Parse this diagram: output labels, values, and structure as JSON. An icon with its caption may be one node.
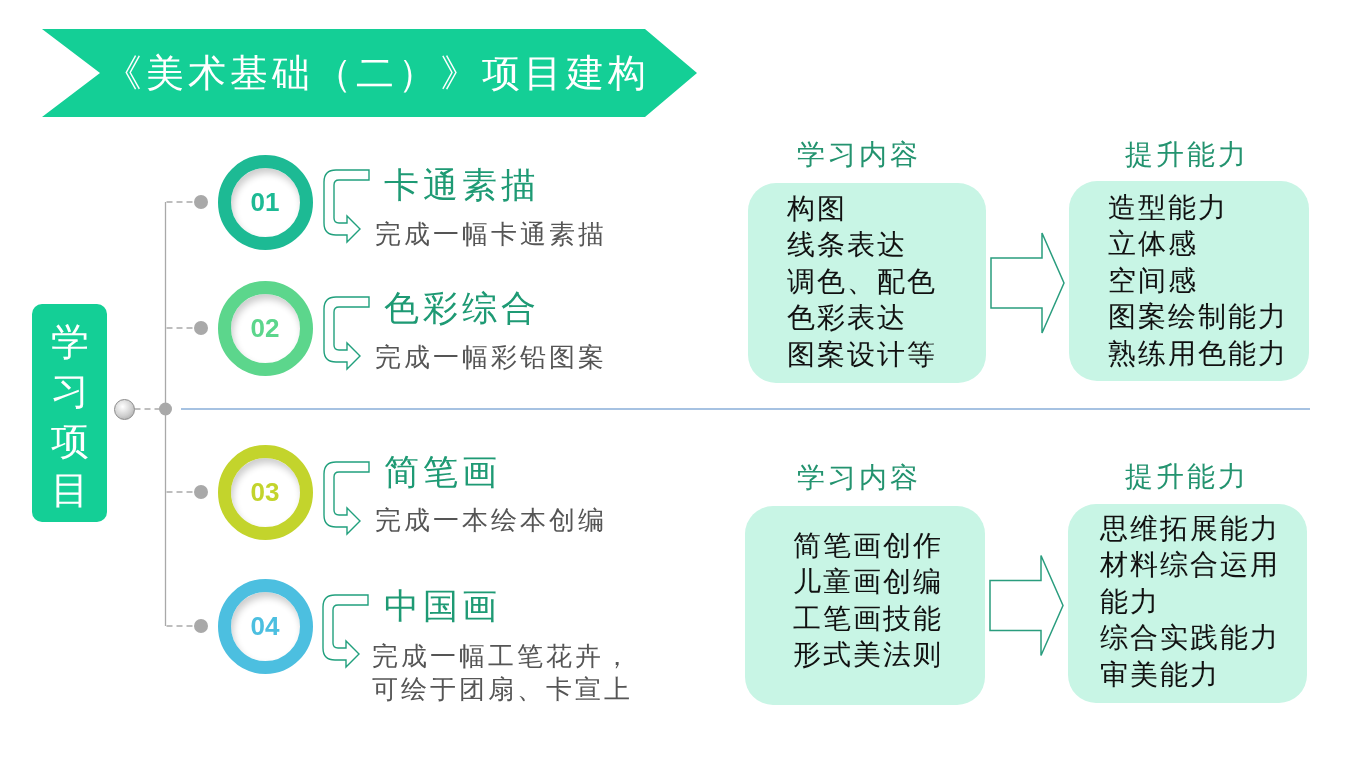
{
  "diagram": {
    "title": "《美术基础（二）》项目建构",
    "nodes": [
      {
        "text": [
          "学习项目"
        ]
      },
      {
        "text": [],
        "shape": "circle"
      },
      {
        "text": [
          "01"
        ],
        "beside": [
          "卡通素描",
          "完成一幅卡通素描"
        ]
      },
      {
        "text": [
          "02"
        ],
        "beside": [
          "色彩综合",
          "完成一幅彩铅图案"
        ]
      },
      {
        "text": [
          "03"
        ],
        "beside": [
          "简笔画",
          "完成一本绘本创编"
        ]
      },
      {
        "text": [
          "04"
        ],
        "beside": [
          "中国画",
          "完成一幅工笔花卉，可绘于团扇、卡宣上"
        ]
      },
      {
        "text": [
          "学习内容",
          "构图",
          "线条表达",
          "调色、配色",
          "色彩表达",
          "图案设计等"
        ]
      },
      {
        "text": [
          "提升能力",
          "造型能力",
          "立体感",
          "空间感",
          "图案绘制能力",
          "熟练用色能力"
        ]
      },
      {
        "text": [
          "学习内容",
          "简笔画创作",
          "儿童画创编",
          "工笔画技能",
          "形式美法则"
        ]
      },
      {
        "text": [
          "提升能力",
          "思维拓展能力",
          "材料综合运用能力",
          "综合实践能力",
          "审美能力"
        ]
      }
    ],
    "edges": [
      {
        "from": 1,
        "to": 2,
        "arrow": "other"
      },
      {
        "from": 1,
        "to": 3,
        "arrow": "other"
      },
      {
        "from": 1,
        "to": 4,
        "arrow": "other"
      },
      {
        "from": 1,
        "to": 5,
        "arrow": "other"
      },
      {
        "from": 6,
        "to": 7,
        "arrow": "to"
      },
      {
        "from": 8,
        "to": 9,
        "arrow": "to"
      }
    ]
  }
}
